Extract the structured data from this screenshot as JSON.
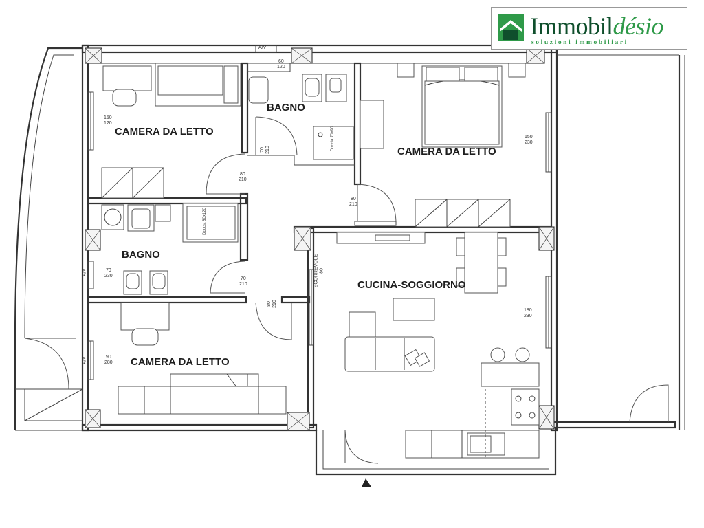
{
  "logo": {
    "brand_main": "Immobil",
    "brand_accent": "désio",
    "tagline": "soluzioni immobiliari",
    "brand_color": "#0f4f2c",
    "accent_color": "#2f9a49"
  },
  "rooms": [
    {
      "id": "bedroom_1",
      "label": "CAMERA DA LETTO"
    },
    {
      "id": "bathroom_1",
      "label": "BAGNO"
    },
    {
      "id": "bedroom_2",
      "label": "CAMERA DA LETTO"
    },
    {
      "id": "bathroom_2",
      "label": "BAGNO"
    },
    {
      "id": "kitchen_living",
      "label": "CUCINA-SOGGIORNO"
    },
    {
      "id": "bedroom_3",
      "label": "CAMERA DA LETTO"
    }
  ],
  "window_tags": {
    "top": "A/V",
    "left_mid": "A/V",
    "left_low": "A/V"
  },
  "dimensions": {
    "win_bed1": [
      "150",
      "120"
    ],
    "win_bed2": [
      "150",
      "230"
    ],
    "win_bath2": [
      "70",
      "230"
    ],
    "win_bed3": [
      "90",
      "280"
    ],
    "win_kitchen": [
      "180",
      "230"
    ],
    "win_bath1_top": [
      "60",
      "120"
    ],
    "door_bed1": [
      "80",
      "210"
    ],
    "door_bath1": [
      "70",
      "210"
    ],
    "door_bed2": [
      "80",
      "210"
    ],
    "door_bath2": [
      "70",
      "210"
    ],
    "door_bed3": [
      "80",
      "210"
    ],
    "entrance": [
      "SCORREVOLE",
      "80"
    ]
  },
  "fixture_labels": {
    "shower_1": "Doccia 70x90",
    "shower_2": "Doccia 80x120"
  }
}
